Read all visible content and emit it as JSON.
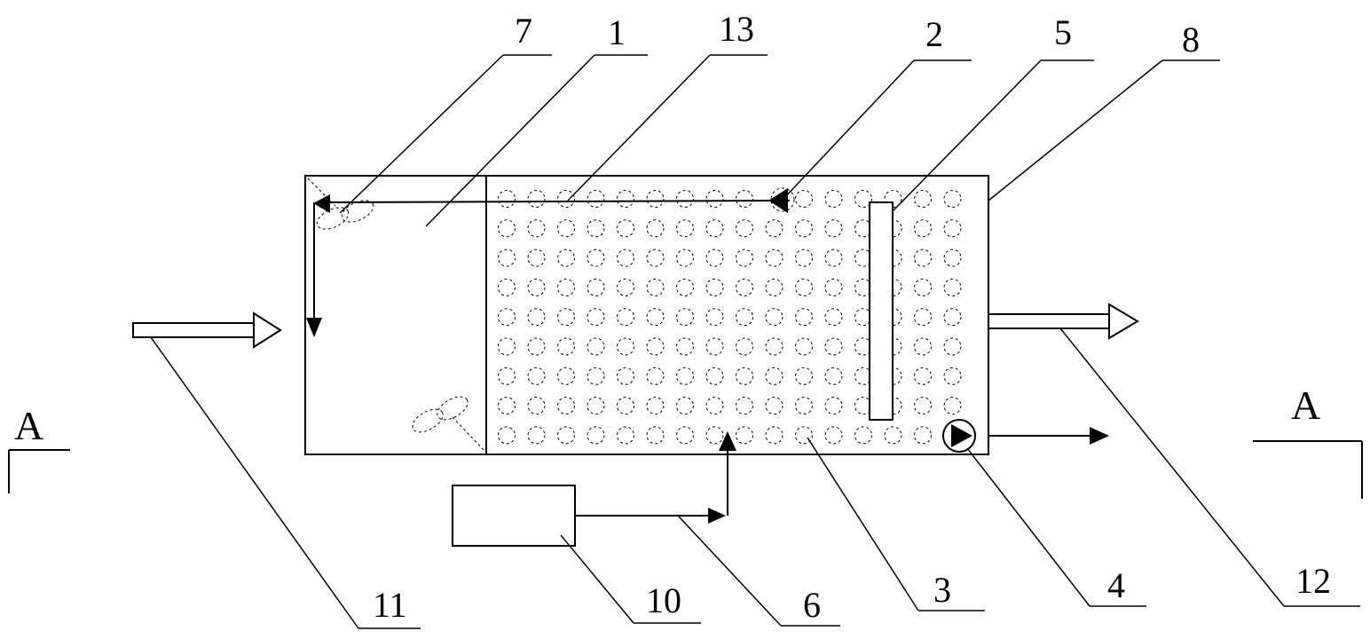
{
  "diagram": {
    "labels": {
      "l1": "1",
      "l2": "2",
      "l3": "3",
      "l4": "4",
      "l5": "5",
      "l6": "6",
      "l7": "7",
      "l8": "8",
      "l10": "10",
      "l11": "11",
      "l12": "12",
      "l13": "13"
    },
    "section_marks": {
      "left": "A",
      "right": "A"
    },
    "bubble_grid": {
      "rows": 9,
      "cols": 16
    },
    "colors": {
      "stroke": "#000000",
      "background": "#ffffff"
    }
  }
}
